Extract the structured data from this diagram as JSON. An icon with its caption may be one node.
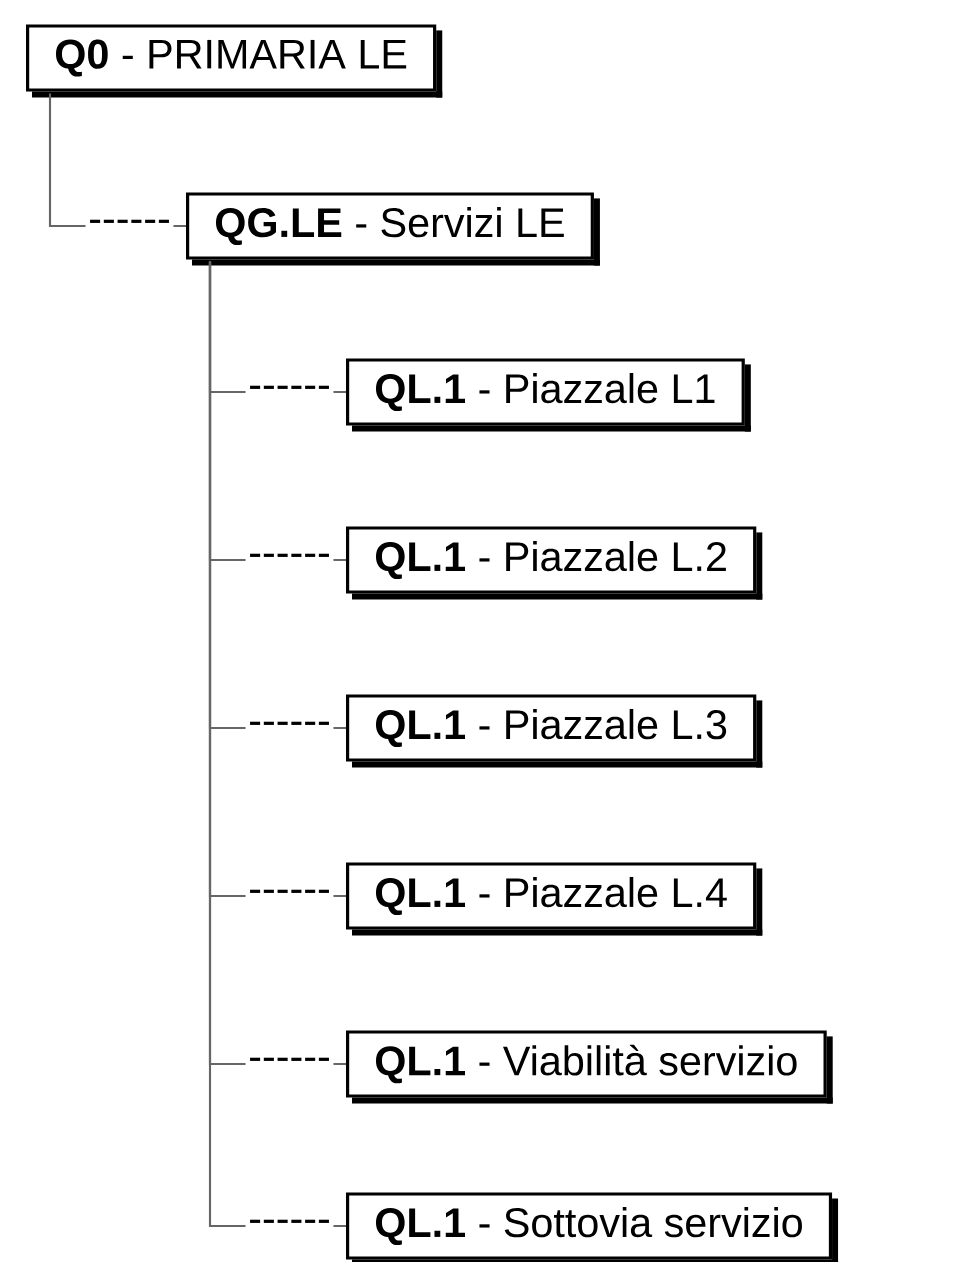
{
  "diagram": {
    "nodes": [
      {
        "text": [
          "**Q0** - PRIMARIA LE"
        ]
      },
      {
        "text": [
          "**QG.LE** - Servizi LE"
        ]
      },
      {
        "text": [
          "**QL.1** - Piazzale L1"
        ]
      },
      {
        "text": [
          "**QL.1** - Piazzale L.2"
        ]
      },
      {
        "text": [
          "**QL.1** - Piazzale L.3"
        ]
      },
      {
        "text": [
          "**QL.1** - Piazzale L.4"
        ]
      },
      {
        "text": [
          "**QL.1** - Viabilità servizio"
        ]
      },
      {
        "text": [
          "**QL.1** - Sottovia servizio"
        ]
      }
    ],
    "edges": [
      {
        "from": 0,
        "to": 1,
        "arrow": "none",
        "label": "------"
      },
      {
        "from": 1,
        "to": 2,
        "arrow": "none",
        "label": "------"
      },
      {
        "from": 1,
        "to": 3,
        "arrow": "none",
        "label": "------"
      },
      {
        "from": 1,
        "to": 4,
        "arrow": "none",
        "label": "------"
      },
      {
        "from": 1,
        "to": 5,
        "arrow": "none",
        "label": "------"
      },
      {
        "from": 1,
        "to": 6,
        "arrow": "none",
        "label": "------"
      },
      {
        "from": 1,
        "to": 7,
        "arrow": "none",
        "label": "------"
      }
    ]
  }
}
